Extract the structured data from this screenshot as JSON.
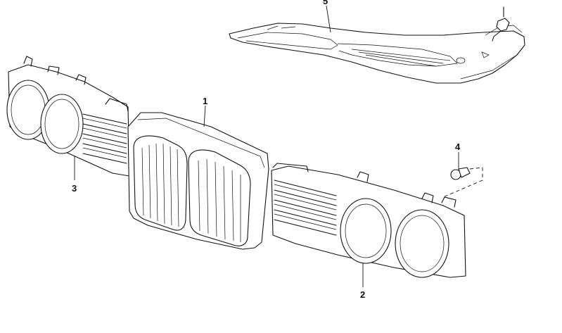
{
  "diagram": {
    "callouts": [
      {
        "id": "1",
        "text": "1"
      },
      {
        "id": "2",
        "text": "2"
      },
      {
        "id": "3",
        "text": "3"
      },
      {
        "id": "4",
        "text": "4"
      },
      {
        "id": "5",
        "text": "5"
      }
    ],
    "parts": [
      {
        "callout": "1",
        "name": "center-kidney-grille"
      },
      {
        "callout": "2",
        "name": "right-headlight-grille-panel"
      },
      {
        "callout": "3",
        "name": "left-headlight-grille-panel"
      },
      {
        "callout": "4",
        "name": "expanding-rivet-clip"
      },
      {
        "callout": "5",
        "name": "upper-cover-panel"
      }
    ]
  }
}
